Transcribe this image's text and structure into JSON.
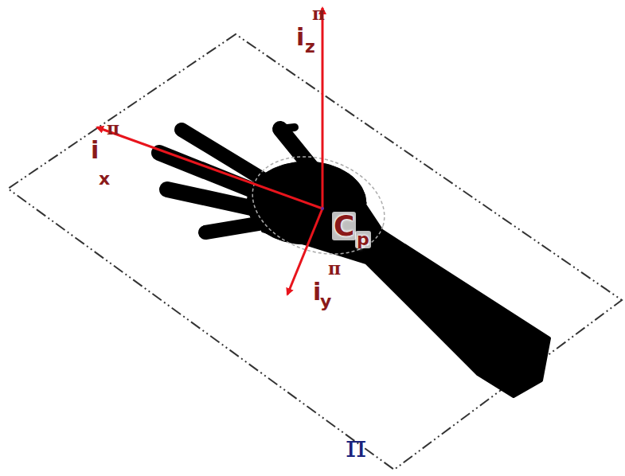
{
  "diagram": {
    "labels": [
      "i",
      "π",
      "z",
      "i",
      "π",
      "x",
      "i",
      "π",
      "y",
      "C",
      "p",
      "π"
    ]
  }
}
